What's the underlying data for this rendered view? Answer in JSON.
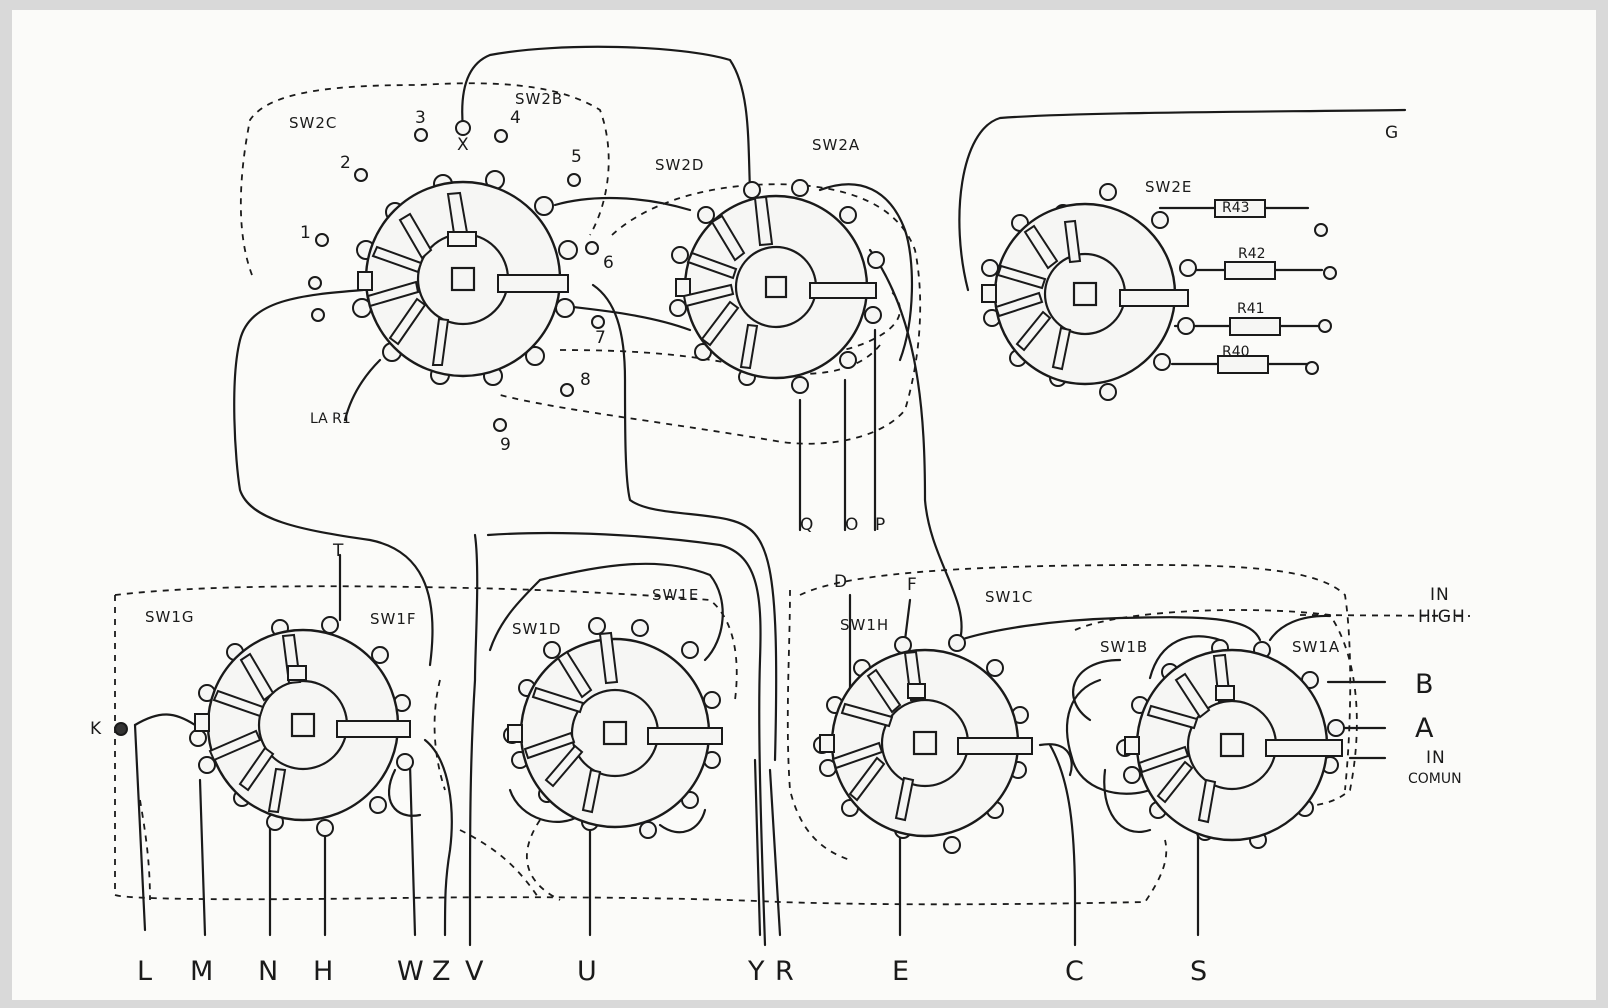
{
  "diagram": {
    "switches": [
      {
        "id": "sw2c",
        "label": "SW2C"
      },
      {
        "id": "sw2b",
        "label": "SW2B"
      },
      {
        "id": "sw2d",
        "label": "SW2D"
      },
      {
        "id": "sw2a",
        "label": "SW2A"
      },
      {
        "id": "sw2e",
        "label": "SW2E"
      },
      {
        "id": "sw1g",
        "label": "SW1G"
      },
      {
        "id": "sw1f",
        "label": "SW1F"
      },
      {
        "id": "sw1e",
        "label": "SW1E"
      },
      {
        "id": "sw1d",
        "label": "SW1D"
      },
      {
        "id": "sw1h",
        "label": "SW1H"
      },
      {
        "id": "sw1c",
        "label": "SW1C"
      },
      {
        "id": "sw1b",
        "label": "SW1B"
      },
      {
        "id": "sw1a",
        "label": "SW1A"
      }
    ],
    "resistors": [
      {
        "id": "r43",
        "label": "R43"
      },
      {
        "id": "r42",
        "label": "R42"
      },
      {
        "id": "r41",
        "label": "R41"
      },
      {
        "id": "r40",
        "label": "R40"
      }
    ],
    "terminal_numbers": [
      "1",
      "2",
      "3",
      "4",
      "5",
      "6",
      "7",
      "8",
      "9"
    ],
    "top_labels": {
      "x": "X",
      "g": "G",
      "la_r1": "LA R1",
      "t": "T",
      "d": "D",
      "f": "F",
      "k": "K"
    },
    "side_labels": {
      "in_high_1": "IN",
      "in_high_2": "HIGH",
      "b": "B",
      "a": "A",
      "in_comun_1": "IN",
      "in_comun_2": "COMUN"
    },
    "mid_labels": {
      "q": "Q",
      "o": "O",
      "p": "P"
    },
    "bottom_labels": [
      "L",
      "M",
      "N",
      "H",
      "W",
      "Z",
      "V",
      "U",
      "Y",
      "R",
      "E",
      "C",
      "S"
    ]
  }
}
